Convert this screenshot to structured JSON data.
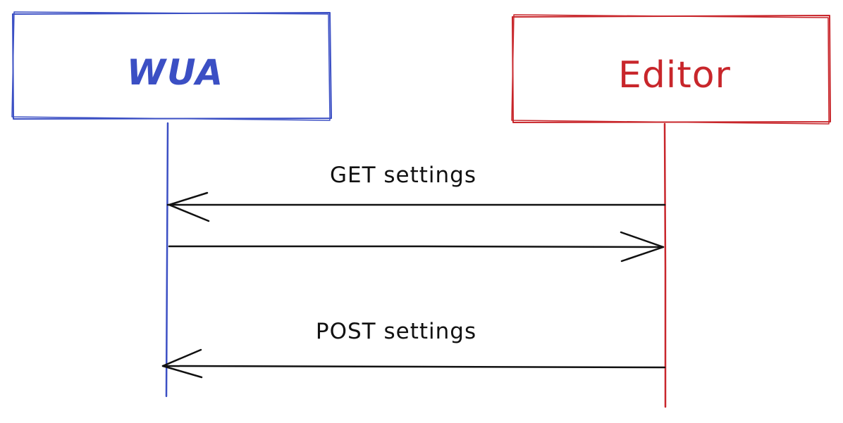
{
  "diagram": {
    "type": "sequence",
    "actors": [
      {
        "id": "wua",
        "label": "WUA",
        "color": "#3b4fc4"
      },
      {
        "id": "editor",
        "label": "Editor",
        "color": "#c8262b"
      }
    ],
    "messages": [
      {
        "label": "GET settings",
        "from": "editor",
        "to": "wua"
      },
      {
        "label": "",
        "from": "wua",
        "to": "editor"
      },
      {
        "label": "POST settings",
        "from": "editor",
        "to": "wua"
      }
    ],
    "line_color": "#111111"
  }
}
